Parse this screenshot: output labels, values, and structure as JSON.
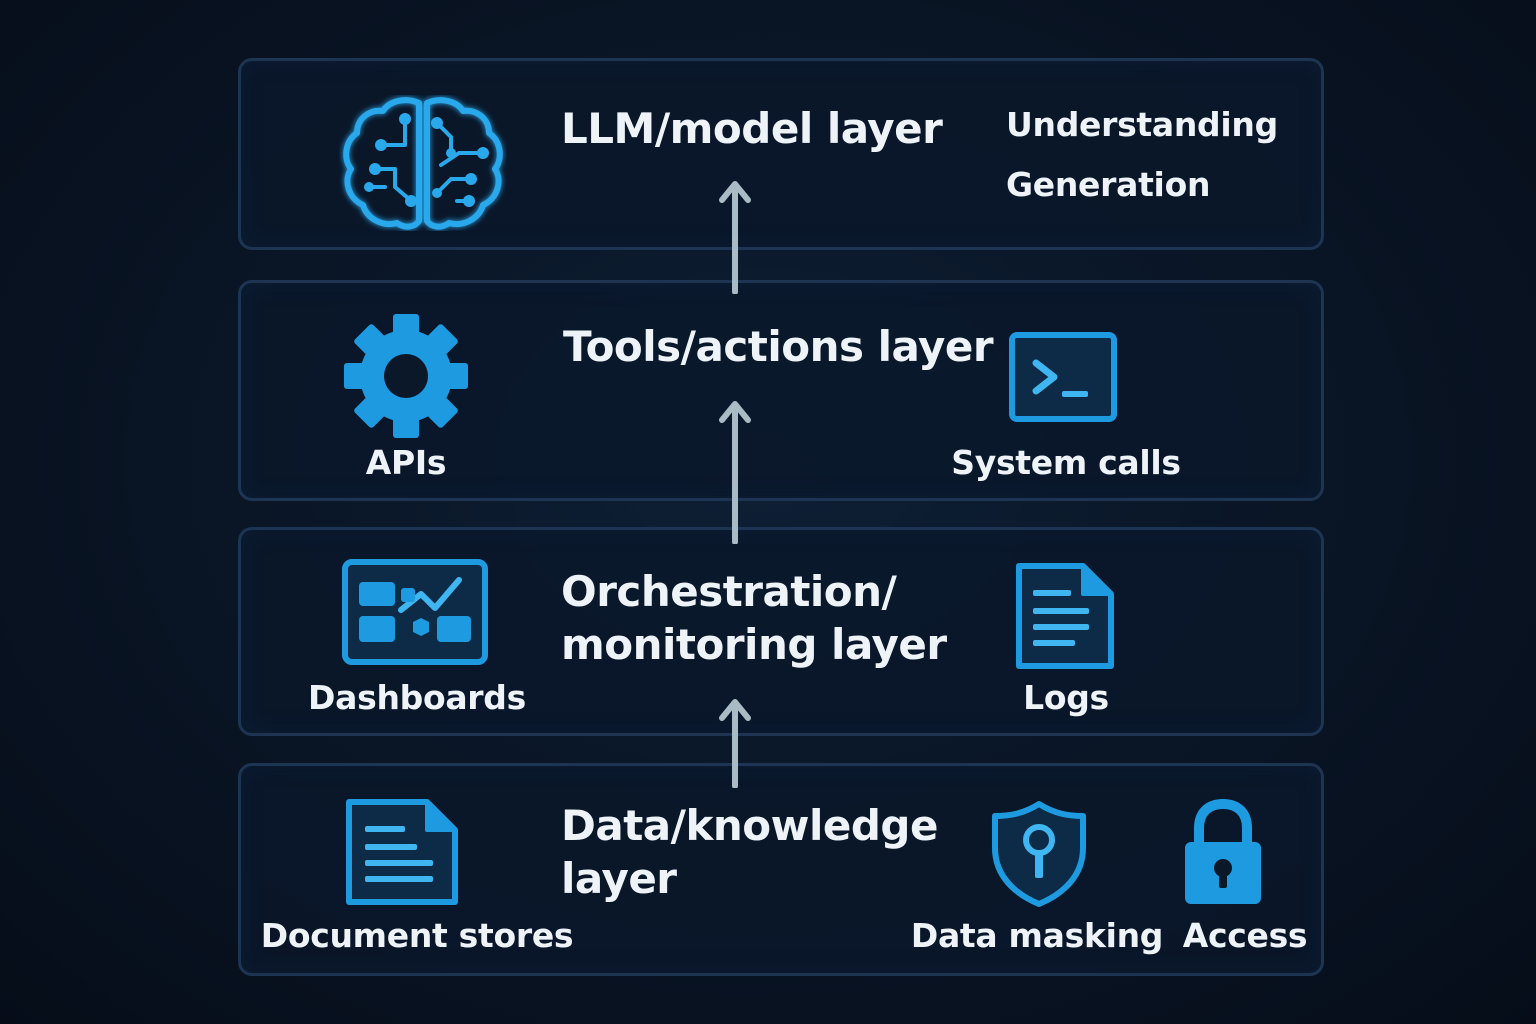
{
  "layers": {
    "llm": {
      "title": "LLM/model layer",
      "items": [
        "Understanding",
        "Generation"
      ]
    },
    "tools": {
      "title": "Tools/actions layer",
      "apis_label": "APIs",
      "syscalls_label": "System calls"
    },
    "orchestration": {
      "title_line1": "Orchestration/",
      "title_line2": "monitoring layer",
      "dashboards_label": "Dashboards",
      "logs_label": "Logs"
    },
    "data": {
      "title_line1": "Data/knowledge",
      "title_line2": "layer",
      "docstores_label": "Document stores",
      "masking_label": "Data masking",
      "access_label": "Access"
    }
  },
  "icons": {
    "llm": "brain-circuit-icon",
    "apis": "gear-icon",
    "syscalls": "terminal-icon",
    "dashboards": "dashboard-icon",
    "logs": "log-document-icon",
    "docstores": "document-icon",
    "masking": "shield-key-icon",
    "access": "padlock-icon"
  },
  "colors": {
    "accent": "#1e9be0",
    "accent_light": "#3fb6f2",
    "panel_border": "#1d3552",
    "arrow": "#a9bcc6",
    "text": "#eef3f8"
  }
}
